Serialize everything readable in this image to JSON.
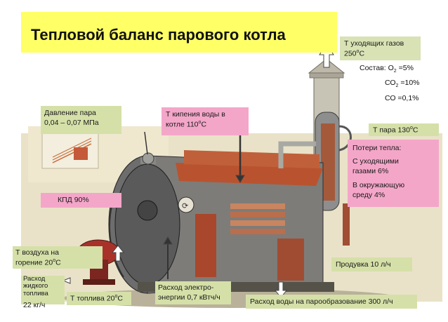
{
  "title": "Тепловой баланс парового котла",
  "exhaust": {
    "label": "Т уходящих газов",
    "value": "250",
    "unit": "С"
  },
  "composition": {
    "label": "Состав:",
    "o2_name": "О",
    "o2_sub": "2",
    "o2_value": " =5%",
    "co2_name": "СО",
    "co2_sub": "2",
    "co2_value": " =10%",
    "co_value": "СО =0,1%"
  },
  "pressure": {
    "label": "Давление пара",
    "value": "0,04 – 0,07 МПа"
  },
  "boiling": {
    "line1": "Т кипения воды в",
    "line2_prefix": "котле 110",
    "unit": "С"
  },
  "steam_temp": {
    "prefix": "Т пара 130",
    "unit": "С"
  },
  "losses": {
    "title": "Потери тепла:",
    "exhaust_line1": "С уходящими",
    "exhaust_line2": "газами  6%",
    "env_line1": "В окружающую",
    "env_line2": "среду   4%"
  },
  "efficiency": "КПД 90%",
  "air": {
    "line1": "Т воздуха на",
    "line2_prefix": "горение 20",
    "unit": "С"
  },
  "purge": "Продувка 10 л/ч",
  "liquid_fuel": {
    "line1": "Расход жидкого",
    "line2": "топлива",
    "value": "22 кг/ч"
  },
  "fuel_temp": {
    "prefix": "Т топлива 20",
    "unit": "С"
  },
  "electric": {
    "line1": "Расход электро-",
    "line2": "энергии 0,7 кВтч/ч"
  },
  "water": "Расход воды на парообразование 300 л/ч",
  "degree_mark": "o"
}
